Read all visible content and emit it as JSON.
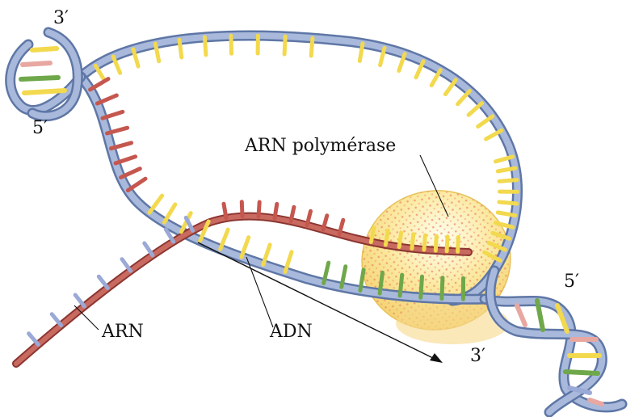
{
  "labels": {
    "top_left_3": "3′",
    "top_left_5": "5′",
    "polymerase": "ARN polymérase",
    "arn": "ARN",
    "adn": "ADN",
    "right_5": "5′",
    "right_3": "3′"
  },
  "colors": {
    "dna_backbone": "#8fa3c8",
    "dna_backbone_dark": "#5f77a6",
    "rna_backbone": "#b8524a",
    "rna_backbone_dark": "#8c3631",
    "polymerase_fill": "#f7e07a",
    "polymerase_dots": "#ef8c6a",
    "base_yellow": "#f2d94e",
    "base_green": "#6fa84a",
    "base_pink": "#e8a7a1",
    "base_blue": "#9aa9d6",
    "base_red": "#c5574f"
  }
}
